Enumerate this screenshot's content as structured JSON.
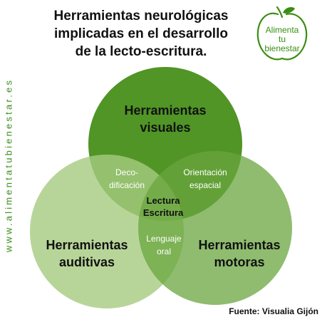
{
  "title": {
    "line1": "Herramientas neurológicas",
    "line2": "implicadas en el desarrollo",
    "line3": "de la lecto-escritura."
  },
  "side_url": "www.alimentatubienestar.es",
  "logo": {
    "line1": "Alimenta",
    "line2": "tu",
    "line3": "bienestar",
    "icon": "apple-outline-icon"
  },
  "circles": {
    "visual": {
      "line1": "Herramientas",
      "line2": "visuales"
    },
    "auditory": {
      "line1": "Herramientas",
      "line2": "auditivas"
    },
    "motor": {
      "line1": "Herramientas",
      "line2": "motoras"
    }
  },
  "overlaps": {
    "visual_auditory": {
      "line1": "Deco-",
      "line2": "dificación"
    },
    "visual_motor": {
      "line1": "Orientación",
      "line2": "espacial"
    },
    "auditory_motor": {
      "line1": "Lenguaje",
      "line2": "oral"
    },
    "center": {
      "line1": "Lectura",
      "line2": "Escritura"
    }
  },
  "source": "Fuente: Visualia Gijón",
  "colors": {
    "visual": "#3d8a0e",
    "auditory": "#a6cb80",
    "motor": "#79af4e",
    "brand_green": "#3c8c1a"
  }
}
